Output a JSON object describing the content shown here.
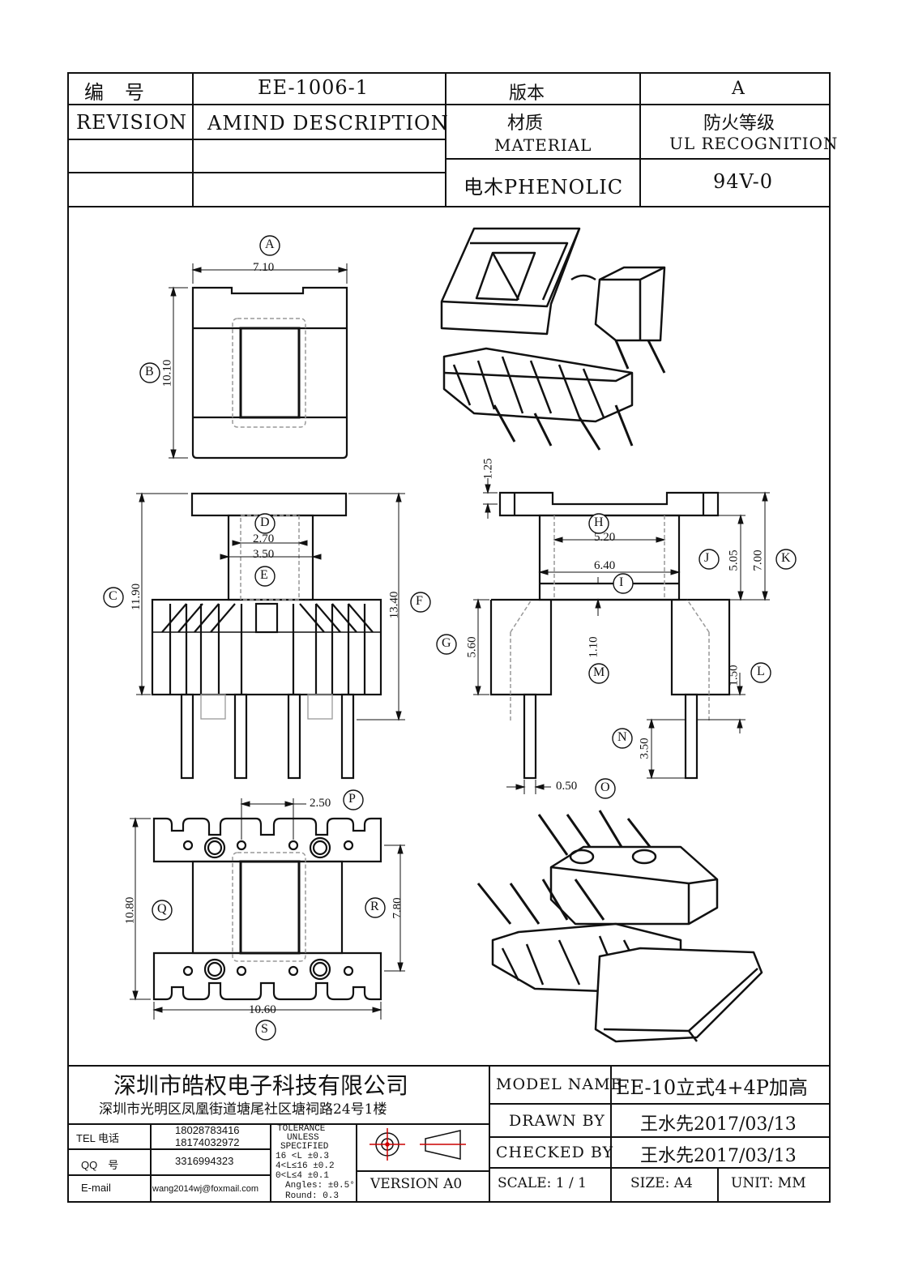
{
  "header": {
    "number_label": "编　号",
    "part_number": "EE-1006-1",
    "version_label": "版本",
    "version_value": "A",
    "revision_label": "REVISION",
    "amind_description_label": "AMIND DESCRIPTION",
    "material_cn": "材质",
    "material_en": "MATERIAL",
    "fire_rating_cn": "防火等级",
    "fire_rating_en": "UL RECOGNITION",
    "material_value": "电木PHENOLIC",
    "fire_rating_value": "94V-0"
  },
  "drawing": {
    "top_view": {
      "dim_a_label": "A",
      "dim_a_value": "7.10",
      "dim_b_label": "B",
      "dim_b_value": "10.10"
    },
    "front_view": {
      "dim_c_label": "C",
      "dim_c_value": "11.90",
      "dim_d_label": "D",
      "dim_d_value": "2.70",
      "dim_e_label": "E",
      "dim_e_value": "3.50",
      "dim_f_label": "F",
      "dim_f_value": "13.40"
    },
    "side_view": {
      "dim_125": "1.25",
      "dim_h_label": "H",
      "dim_h_value": "5.20",
      "dim_i_label": "I",
      "dim_i_value": "6.40",
      "dim_j_label": "J",
      "dim_j_value": "5.05",
      "dim_k_label": "K",
      "dim_k_value": "7.00",
      "dim_g_label": "G",
      "dim_g_value": "5.60",
      "dim_m_label": "M",
      "dim_m_value": "1.10",
      "dim_l_label": "L",
      "dim_l_value": "1.50",
      "dim_n_label": "N",
      "dim_n_value": "3.50",
      "dim_o_label": "O",
      "dim_o_value": "0.50"
    },
    "bottom_view": {
      "dim_p_label": "P",
      "dim_p_value": "2.50",
      "dim_q_label": "Q",
      "dim_q_value": "10.80",
      "dim_r_label": "R",
      "dim_r_value": "7.80",
      "dim_s_label": "S",
      "dim_s_value": "10.60"
    }
  },
  "title_block": {
    "company_name": "深圳市皓权电子科技有限公司",
    "company_address": "深圳市光明区凤凰街道塘尾社区塘祠路24号1楼",
    "tel_label": "TEL 电话",
    "tel_1": "18028783416",
    "tel_2": "18174032972",
    "qq_label": "QQ　号",
    "qq_value": "3316994323",
    "email_label": "E-mail",
    "email_value": "wang2014wj@foxmail.com",
    "tolerance_lines": [
      "TOLERANCE",
      "UNLESS",
      "SPECIFIED",
      "16 <L        ±0.3",
      "4<L≤16      ±0.2",
      "0<L≤4       ±0.1",
      "Angles: ±0.5°",
      "Round: 0.3"
    ],
    "version_text": "VERSION A0",
    "model_name_label": "MODEL NAME",
    "model_name_value": "EE-10立式4+4P加高",
    "drawn_by_label": "DRAWN BY",
    "drawn_by_value": "王水先2017/03/13",
    "checked_by_label": "CHECKED BY",
    "checked_by_value": "王水先2017/03/13",
    "scale_text": "SCALE: 1 / 1",
    "size_text": "SIZE: A4",
    "unit_text": "UNIT: MM"
  }
}
